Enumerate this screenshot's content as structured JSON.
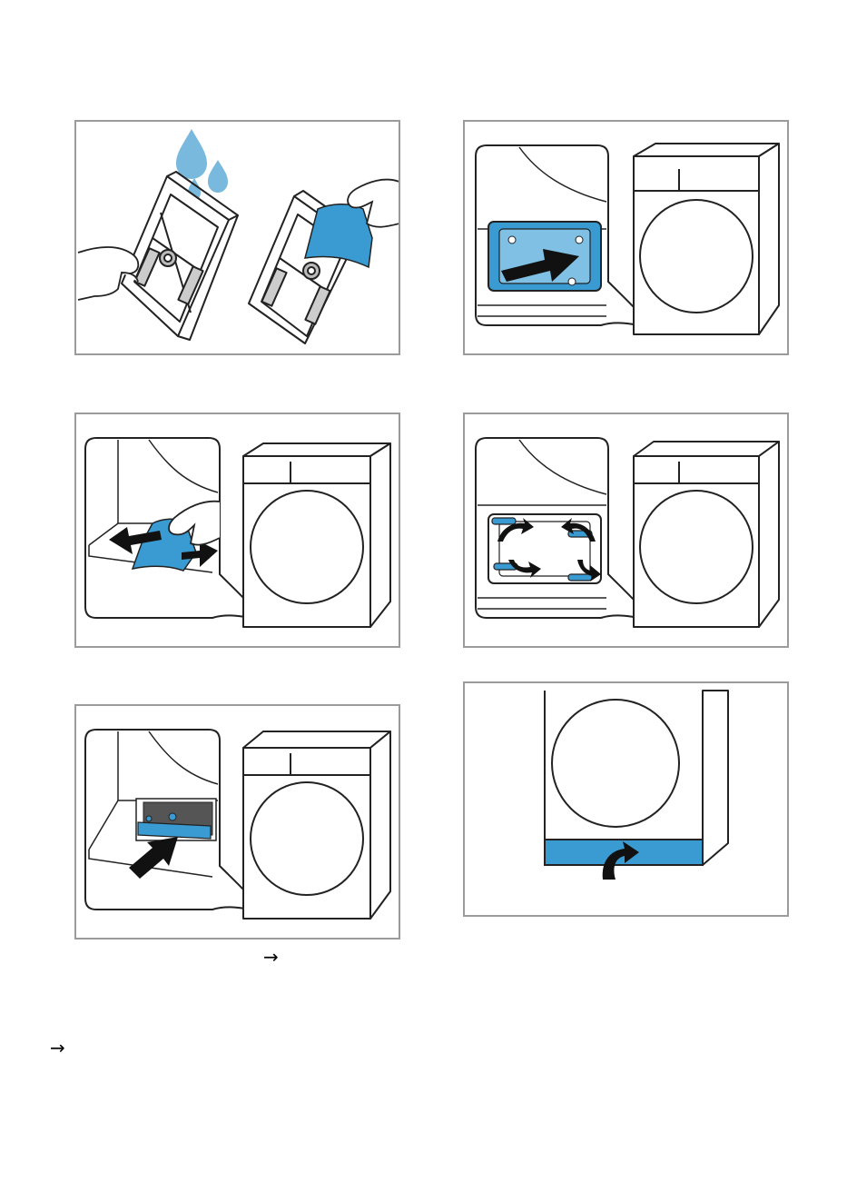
{
  "page": {
    "accent_color": "#3a9bd2",
    "frame_color": "#9b9b9b",
    "line_color": "#222222"
  },
  "panels": [
    {
      "id": 1,
      "icons": [
        "water-drops-icon",
        "fluff-filter-icon",
        "hand-icon",
        "filter-mat-icon"
      ]
    },
    {
      "id": 2,
      "icons": [
        "filter-cover-icon",
        "push-arrow-icon",
        "dryer-icon"
      ]
    },
    {
      "id": 3,
      "icons": [
        "filter-mat-icon",
        "pull-arrow-icon",
        "hand-icon",
        "dryer-icon"
      ]
    },
    {
      "id": 4,
      "icons": [
        "filter-cover-icon",
        "lock-lever-icon",
        "dryer-icon"
      ]
    },
    {
      "id": 5,
      "icons": [
        "heat-exchanger-icon",
        "push-arrow-icon",
        "dryer-icon"
      ]
    },
    {
      "id": 6,
      "icons": [
        "maintenance-flap-icon",
        "close-arrow-icon",
        "dryer-icon"
      ]
    }
  ],
  "arrows": {
    "inline": "→",
    "margin": "→"
  }
}
